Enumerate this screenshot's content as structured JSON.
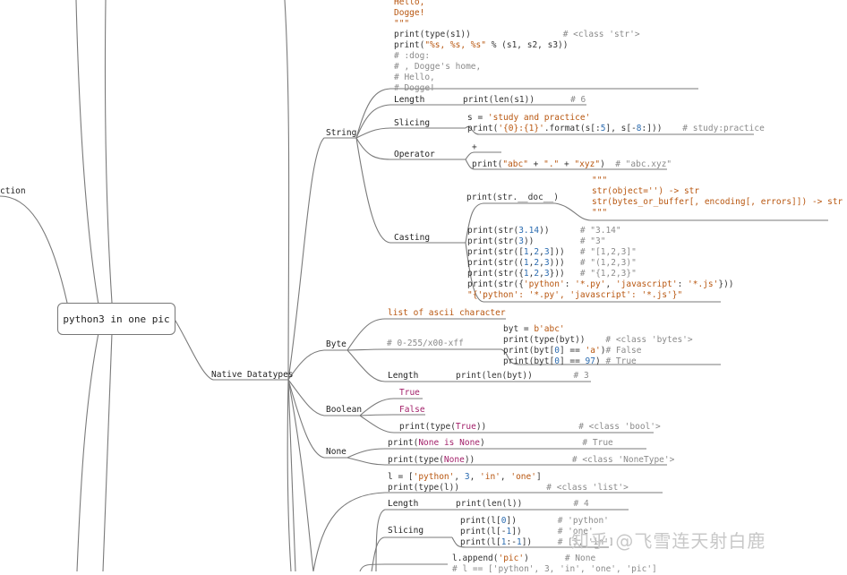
{
  "root": {
    "title": "python3 in one pic"
  },
  "left_partial_label": "ction",
  "branch": "Native Datatypes",
  "intro_code": [
    [
      {
        "t": "Hello,",
        "c": "s"
      }
    ],
    [
      {
        "t": "Dogge!",
        "c": "s"
      }
    ],
    [
      {
        "t": "\"\"\"",
        "c": "s"
      }
    ],
    [
      {
        "t": "print(type(s1))"
      },
      {
        "t": "                  # <class 'str'>",
        "c": "c"
      }
    ],
    [
      {
        "t": "print("
      },
      {
        "t": "\"%s, %s, %s\"",
        "c": "s"
      },
      {
        "t": " % (s1, s2, s3))"
      }
    ],
    [
      {
        "t": "# :dog:",
        "c": "c"
      }
    ],
    [
      {
        "t": "# , Dogge's home,",
        "c": "c"
      }
    ],
    [
      {
        "t": "# Hello,",
        "c": "c"
      }
    ],
    [
      {
        "t": "# Dogge!",
        "c": "c"
      }
    ]
  ],
  "string": {
    "label": "String",
    "length": {
      "label": "Length",
      "code": [
        [
          {
            "t": "print(len(s1))"
          },
          {
            "t": "       # 6",
            "c": "c"
          }
        ]
      ]
    },
    "slicing": {
      "label": "Slicing",
      "code": [
        [
          {
            "t": "s = "
          },
          {
            "t": "'study and practice'",
            "c": "s"
          }
        ],
        [
          {
            "t": "print("
          },
          {
            "t": "'{0}:{1}'",
            "c": "s"
          },
          {
            "t": ".format(s[:"
          },
          {
            "t": "5",
            "c": "n"
          },
          {
            "t": "], s[-"
          },
          {
            "t": "8",
            "c": "n"
          },
          {
            "t": ":]))"
          },
          {
            "t": "    # study:practice",
            "c": "c"
          }
        ]
      ]
    },
    "operator": {
      "label": "Operator",
      "plus": "+",
      "code": [
        [
          {
            "t": "print("
          },
          {
            "t": "\"abc\"",
            "c": "s"
          },
          {
            "t": " + "
          },
          {
            "t": "\".\"",
            "c": "s"
          },
          {
            "t": " + "
          },
          {
            "t": "\"xyz\"",
            "c": "s"
          },
          {
            "t": ")  "
          },
          {
            "t": "# \"abc.xyz\"",
            "c": "c"
          }
        ]
      ]
    },
    "casting": {
      "label": "Casting",
      "doc_call": [
        [
          {
            "t": "print(str.__doc__)"
          }
        ]
      ],
      "doc_text": [
        [
          {
            "t": "\"\"\"",
            "c": "s"
          }
        ],
        [
          {
            "t": "str(object='') -> str",
            "c": "s"
          }
        ],
        [
          {
            "t": "str(bytes_or_buffer[, encoding[, errors]]) -> str",
            "c": "s"
          }
        ],
        [
          {
            "t": "\"\"\"",
            "c": "s"
          }
        ]
      ],
      "code": [
        [
          {
            "t": "print(str("
          },
          {
            "t": "3.14",
            "c": "n"
          },
          {
            "t": "))      "
          },
          {
            "t": "# \"3.14\"",
            "c": "c"
          }
        ],
        [
          {
            "t": "print(str("
          },
          {
            "t": "3",
            "c": "n"
          },
          {
            "t": "))         "
          },
          {
            "t": "# \"3\"",
            "c": "c"
          }
        ],
        [
          {
            "t": "print(str(["
          },
          {
            "t": "1",
            "c": "n"
          },
          {
            "t": ","
          },
          {
            "t": "2",
            "c": "n"
          },
          {
            "t": ","
          },
          {
            "t": "3",
            "c": "n"
          },
          {
            "t": "]))   "
          },
          {
            "t": "# \"[1,2,3]\"",
            "c": "c"
          }
        ],
        [
          {
            "t": "print(str(("
          },
          {
            "t": "1",
            "c": "n"
          },
          {
            "t": ","
          },
          {
            "t": "2",
            "c": "n"
          },
          {
            "t": ","
          },
          {
            "t": "3",
            "c": "n"
          },
          {
            "t": ")))   "
          },
          {
            "t": "# \"(1,2,3)\"",
            "c": "c"
          }
        ],
        [
          {
            "t": "print(str({"
          },
          {
            "t": "1",
            "c": "n"
          },
          {
            "t": ","
          },
          {
            "t": "2",
            "c": "n"
          },
          {
            "t": ","
          },
          {
            "t": "3",
            "c": "n"
          },
          {
            "t": "}))   "
          },
          {
            "t": "# \"{1,2,3}\"",
            "c": "c"
          }
        ],
        [
          {
            "t": "print(str({"
          },
          {
            "t": "'python'",
            "c": "s"
          },
          {
            "t": ": "
          },
          {
            "t": "'*.py'",
            "c": "s"
          },
          {
            "t": ", "
          },
          {
            "t": "'javascript'",
            "c": "s"
          },
          {
            "t": ": "
          },
          {
            "t": "'*.js'",
            "c": "s"
          },
          {
            "t": "}))"
          }
        ],
        [
          {
            "t": "\"{'python': '*.py', 'javascript': '*.js'}\"",
            "c": "s"
          }
        ]
      ]
    }
  },
  "byte": {
    "label": "Byte",
    "ascii": [
      [
        {
          "t": "list of ascii character",
          "c": "s"
        }
      ]
    ],
    "range_comment": [
      [
        {
          "t": "# 0-255/x00-xff",
          "c": "c"
        }
      ]
    ],
    "code": [
      [
        {
          "t": "byt = "
        },
        {
          "t": "b'abc'",
          "c": "s"
        }
      ],
      [
        {
          "t": "print(type(byt))    "
        },
        {
          "t": "# <class 'bytes'>",
          "c": "c"
        }
      ],
      [
        {
          "t": "print(byt["
        },
        {
          "t": "0",
          "c": "n"
        },
        {
          "t": "] == "
        },
        {
          "t": "'a'",
          "c": "s"
        },
        {
          "t": ")"
        },
        {
          "t": "# False",
          "c": "c"
        }
      ],
      [
        {
          "t": "print(byt["
        },
        {
          "t": "0",
          "c": "n"
        },
        {
          "t": "] == "
        },
        {
          "t": "97",
          "c": "n"
        },
        {
          "t": ") "
        },
        {
          "t": "# True",
          "c": "c"
        }
      ]
    ],
    "length": {
      "label": "Length",
      "code": [
        [
          {
            "t": "print(len(byt))"
          },
          {
            "t": "        # 3",
            "c": "c"
          }
        ]
      ]
    }
  },
  "boolean": {
    "label": "Boolean",
    "true_value": [
      [
        {
          "t": "True",
          "c": "k"
        }
      ]
    ],
    "false_value": [
      [
        {
          "t": "False",
          "c": "k"
        }
      ]
    ],
    "code": [
      [
        {
          "t": "print(type("
        },
        {
          "t": "True",
          "c": "k"
        },
        {
          "t": "))"
        },
        {
          "t": "                  # <class 'bool'>",
          "c": "c"
        }
      ]
    ]
  },
  "none": {
    "label": "None",
    "code_1": [
      [
        {
          "t": "print("
        },
        {
          "t": "None",
          "c": "k"
        },
        {
          "t": " "
        },
        {
          "t": "is",
          "c": "k"
        },
        {
          "t": " "
        },
        {
          "t": "None",
          "c": "k"
        },
        {
          "t": ")"
        },
        {
          "t": "                   # True",
          "c": "c"
        }
      ]
    ],
    "code_2": [
      [
        {
          "t": "print(type("
        },
        {
          "t": "None",
          "c": "k"
        },
        {
          "t": "))"
        },
        {
          "t": "                   # <class 'NoneType'>",
          "c": "c"
        }
      ]
    ]
  },
  "list": {
    "code": [
      [
        {
          "t": "l = ["
        },
        {
          "t": "'python'",
          "c": "s"
        },
        {
          "t": ", "
        },
        {
          "t": "3",
          "c": "n"
        },
        {
          "t": ", "
        },
        {
          "t": "'in'",
          "c": "s"
        },
        {
          "t": ", "
        },
        {
          "t": "'one'",
          "c": "s"
        },
        {
          "t": "]"
        }
      ],
      [
        {
          "t": "print(type(l))"
        },
        {
          "t": "                 # <class 'list'>",
          "c": "c"
        }
      ]
    ],
    "length": {
      "label": "Length",
      "code": [
        [
          {
            "t": "print(len(l))"
          },
          {
            "t": "          # 4",
            "c": "c"
          }
        ]
      ]
    },
    "slicing": {
      "label": "Slicing",
      "code": [
        [
          {
            "t": "print(l["
          },
          {
            "t": "0",
            "c": "n"
          },
          {
            "t": "])"
          },
          {
            "t": "        # 'python'",
            "c": "c"
          }
        ],
        [
          {
            "t": "print(l[-"
          },
          {
            "t": "1",
            "c": "n"
          },
          {
            "t": "])"
          },
          {
            "t": "       # 'one'",
            "c": "c"
          }
        ],
        [
          {
            "t": "print(l["
          },
          {
            "t": "1",
            "c": "n"
          },
          {
            "t": ":-"
          },
          {
            "t": "1",
            "c": "n"
          },
          {
            "t": "])"
          },
          {
            "t": "     # [3, 'in']",
            "c": "c"
          }
        ]
      ]
    },
    "append": [
      [
        {
          "t": "l.append("
        },
        {
          "t": "'pic'",
          "c": "s"
        },
        {
          "t": ")"
        },
        {
          "t": "       # None",
          "c": "c"
        }
      ],
      [
        {
          "t": "# l == ['python', 3, 'in', 'one', 'pic']",
          "c": "c"
        }
      ]
    ]
  },
  "watermark": "知乎 @飞雪连天射白鹿"
}
